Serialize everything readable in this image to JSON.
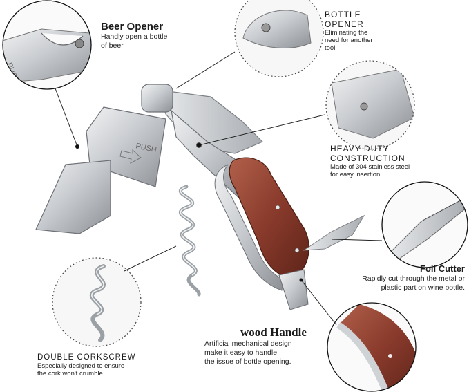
{
  "features": {
    "beer_opener": {
      "title": "Beer Opener",
      "desc_1": "Handly open a bottle",
      "desc_2": "of beer",
      "icon_text": "PUSH"
    },
    "bottle_opener": {
      "title_1": "BOTTLE",
      "title_2": "OPENER",
      "desc_1": "Eliminating the",
      "desc_2": "need for another",
      "desc_3": "tool"
    },
    "heavy_duty": {
      "title_1": "HEAVY DUTY",
      "title_2": "CONSTRUCTION",
      "desc_1": "Made of 304 stainless steel",
      "desc_2": "for easy insertion"
    },
    "foil_cutter": {
      "title": "Foil Cutter",
      "desc_1": "Rapidly cut through the metal or",
      "desc_2": "plastic part on wine bottle."
    },
    "wood_handle": {
      "title": "wood Handle",
      "desc_1": "Artificial mechanical design",
      "desc_2": "make it easy to handle",
      "desc_3": "the issue of bottle opening."
    },
    "corkscrew": {
      "title": "DOUBLE CORKSCREW",
      "desc_1": "Especially designed to ensure",
      "desc_2": "the cork won't crumble"
    }
  },
  "product": {
    "lever_text": "PUSH"
  },
  "colors": {
    "steel": "#c9ccd0",
    "steel_dark": "#8d9196",
    "wood": "#8a3b2c",
    "wood_light": "#b0604a",
    "line": "#222222"
  }
}
